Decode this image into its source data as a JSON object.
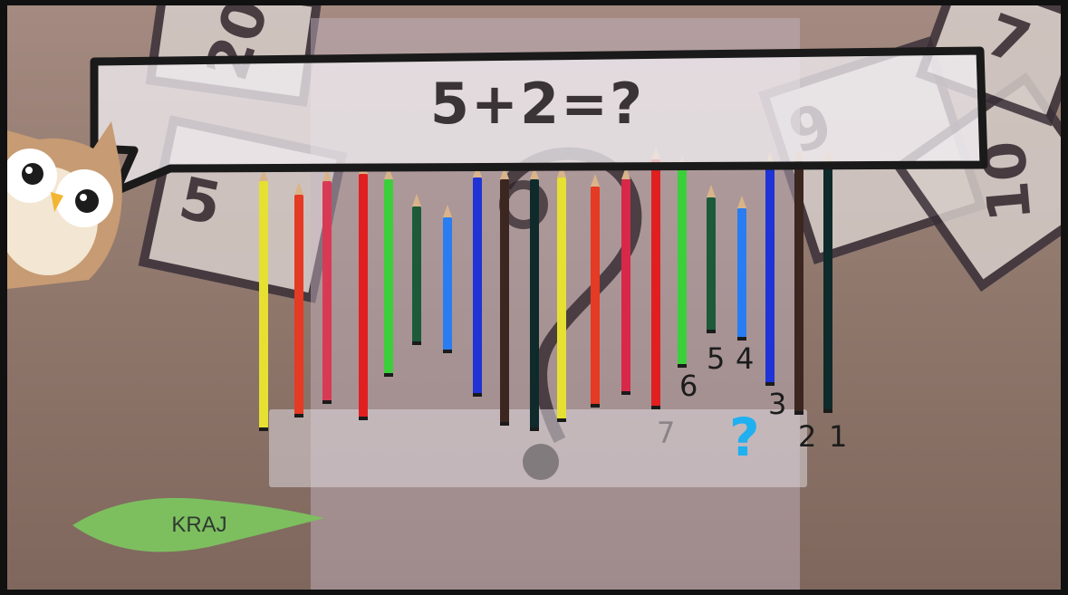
{
  "question": "5+2=?",
  "answer_symbol": "?",
  "end_button": {
    "label": "KRAJ"
  },
  "background_cards": [
    {
      "text": "20"
    },
    {
      "text": "5"
    },
    {
      "text": "9"
    },
    {
      "text": "10"
    },
    {
      "text": "7"
    }
  ],
  "count_labels": [
    "1",
    "2",
    "3",
    "4",
    "5",
    "6",
    "7"
  ],
  "colors": {
    "answer": "#1fb0f0",
    "end_button": "#7dbf5f",
    "bubble_border": "#1a1a1a"
  },
  "pencils": [
    {
      "color": "#e6e032"
    },
    {
      "color": "#e53a24"
    },
    {
      "color": "#d83a55"
    },
    {
      "color": "#e02020"
    },
    {
      "color": "#3ccf3c"
    },
    {
      "color": "#1c5a3a"
    },
    {
      "color": "#2a7df0"
    },
    {
      "color": "#1f33d6"
    },
    {
      "color": "#3b2620"
    },
    {
      "color": "#0f2a2a"
    },
    {
      "color": "#e6e032"
    },
    {
      "color": "#e53a24"
    },
    {
      "color": "#d8284a"
    },
    {
      "color": "#e02020"
    },
    {
      "color": "#3ccf3c"
    },
    {
      "color": "#1c5a3a"
    },
    {
      "color": "#2a7df0"
    },
    {
      "color": "#1f33d6"
    },
    {
      "color": "#3b2620"
    },
    {
      "color": "#0f2a2a"
    }
  ]
}
